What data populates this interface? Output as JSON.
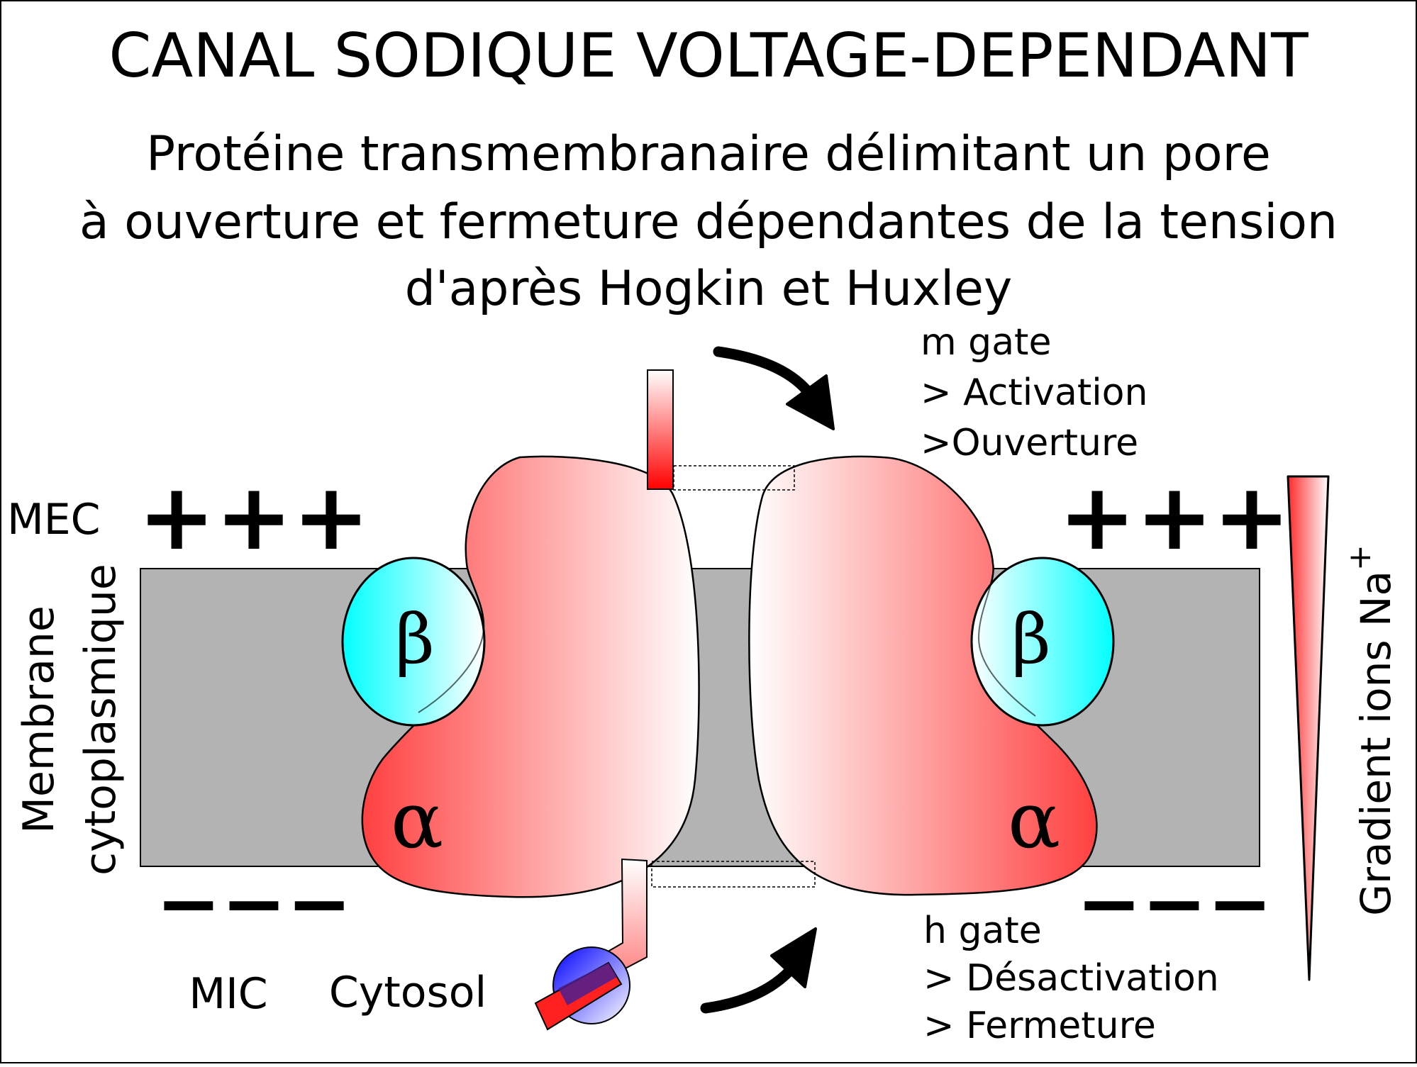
{
  "title": "CANAL SODIQUE VOLTAGE-DEPENDANT",
  "subtitle_lines": [
    "Protéine transmembranaire délimitant un pore",
    "à ouverture et fermeture dépendantes de la tension",
    "d'après Hogkin et Huxley"
  ],
  "labels": {
    "mec": "MEC",
    "mic": "MIC",
    "cytosol": "Cytosol",
    "membrane_line1": "Membrane",
    "membrane_line2": "cytoplasmique",
    "plus_charges": "+++",
    "minus_charges": "−−−",
    "beta": "β",
    "alpha": "α"
  },
  "m_gate": {
    "lines": [
      "m gate",
      "> Activation",
      ">Ouverture"
    ]
  },
  "h_gate": {
    "lines": [
      "h gate",
      "> Désactivation",
      "> Fermeture"
    ]
  },
  "gradient": {
    "label": "Gradient ions Na",
    "superscript": "+"
  },
  "colors": {
    "membrane": "#b3b3b3",
    "alpha_subunit": "#ff4a4a",
    "beta_subunit": "#00ffff",
    "h_gate_ball": "#0000ff",
    "outline": "#000000"
  }
}
